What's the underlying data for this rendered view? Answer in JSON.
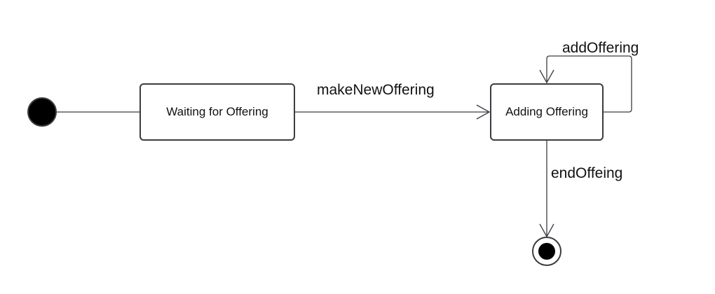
{
  "states": {
    "waiting": {
      "label": "Waiting for Offering"
    },
    "adding": {
      "label": "Adding Offering"
    }
  },
  "transitions": {
    "initial_to_waiting": {
      "label": ""
    },
    "make_new_offering": {
      "label": "makeNewOffering"
    },
    "add_offering": {
      "label": "addOffering"
    },
    "end_offering": {
      "label": "endOffeing"
    }
  },
  "colors": {
    "stroke": "#3a3c40",
    "node_fill": "#000000",
    "background": "#ffffff"
  }
}
